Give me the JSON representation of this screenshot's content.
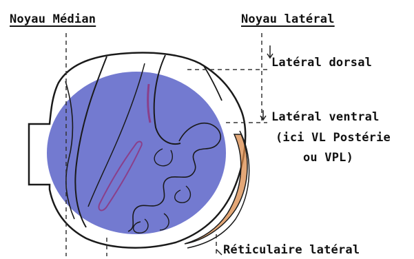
{
  "labels": {
    "median_nucleus": "Noyau Médian",
    "lateral_nucleus": "Noyau latéral",
    "lateral_dorsal": "Latéral dorsal",
    "lateral_ventral": "Latéral ventral",
    "ventral_detail_line1": "(ici VL Postérie",
    "ventral_detail_line2": "ou VPL)",
    "reticular_lateral": "Réticulaire latéral"
  },
  "colors": {
    "ink": "#1a1a1a",
    "highlight_disc": "#5b63c8",
    "reticular_fill": "#d98a4a",
    "inner_structure": "#8a3f8a",
    "leader_line": "#333333"
  }
}
